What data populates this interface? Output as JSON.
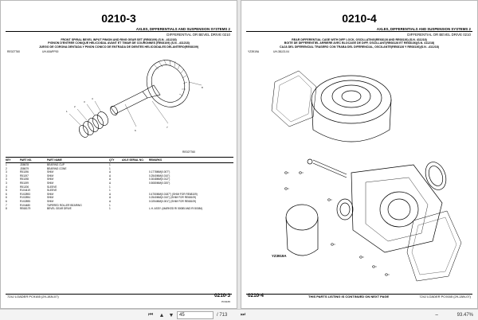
{
  "left_page": {
    "page_number": "0210-3",
    "system_title": "AXLES, DIFFERENTIALS AND SUSPENSION SYSTEMS   2",
    "sub_system": "DIFFERENTIAL OR BEVEL DRIVE 0210",
    "group_title_lines": [
      "FRONT SPIRAL BEVEL INPUT PINION AND RING GEAR SET (RE68109) (S.N. -411218)",
      "PIGNON D'ENTREE CONIQUE HELICOIDAL AVANT ET TIMAR DE COURONNES (RE68109) (S.N. -411218)",
      "JUEGO DE CORONA DENTADA Y PINON CONICO DE ENTRADA DE DIENTES HELICOIDALES DELANTERO(RE68109)"
    ],
    "drawing_ref": "RE027760",
    "drawing_code": "UH-60APP00",
    "figure_label": "RE027760",
    "table_headers": {
      "key": "KEY",
      "part_no": "PART NO.",
      "part_name": "PART NAME",
      "qty": "QTY",
      "serial": "AXLE SERIAL NO.",
      "remarks": "REMARKS"
    },
    "rows": [
      {
        "key": "1",
        "part": "JD8678",
        "name": "BEARING CUP",
        "qty": "1",
        "remarks": ""
      },
      {
        "key": "2",
        "part": "JD8679",
        "name": "BEARING CONE",
        "qty": "1",
        "remarks": ""
      },
      {
        "key": "3",
        "part": "R51196",
        "name": "SHIM",
        "qty": "A",
        "remarks": "0.1778MM(0.007\")"
      },
      {
        "key": "3",
        "part": "R51197",
        "name": "SHIM",
        "qty": "A",
        "remarks": "0.2540MM(0.010\")"
      },
      {
        "key": "3",
        "part": "R51198",
        "name": "SHIM",
        "qty": "A",
        "remarks": "0.3048MM(0.012\")"
      },
      {
        "key": "3",
        "part": "R51199",
        "name": "SHIM",
        "qty": "A",
        "remarks": "0.5080MM(0.020\")"
      },
      {
        "key": "4",
        "part": "R51200",
        "name": "SLEEVE",
        "qty": "1",
        "remarks": ""
      },
      {
        "key": "5",
        "part": "R104419",
        "name": "SLEEVE",
        "qty": "1",
        "remarks": ""
      },
      {
        "key": "6",
        "part": "R102893",
        "name": "SHIM",
        "qty": "A",
        "remarks": "0.4750MM(0.0187\") (SHIM FOR RE68109)"
      },
      {
        "key": "6",
        "part": "R102894",
        "name": "SHIM",
        "qty": "A",
        "remarks": "0.2540MM(0.010\") (SHIM FOR RE68109)"
      },
      {
        "key": "6",
        "part": "R102895",
        "name": "SHIM",
        "qty": "A",
        "remarks": "0.0254MM(0.001\") (SHIM FOR RE68109)"
      },
      {
        "key": "7",
        "part": "R104480",
        "name": "TAPERED ROLLER BEARING",
        "qty": "1",
        "remarks": ""
      },
      {
        "key": "8",
        "part": "RE68179",
        "name": "BEVEL GEAR DRIVE",
        "qty": "1",
        "remarks": "L.H. ASSY. (MARKED RI 50085 AND RI 50084)"
      }
    ],
    "footer_left": "724J LOADER   PC9165   (29-JAN-07)",
    "footer_right": "0210-3",
    "footer_small": "PC9165"
  },
  "right_page": {
    "page_number": "0210-4",
    "system_title": "AXLES, DIFFERENTIALS AND SUSPENSION SYSTEMS   2",
    "sub_system": "DIFFERENTIAL OR BEVEL DRIVE 0210",
    "group_title_lines": [
      "REAR DIFFERENTIAL CASE WITH DIFF LOCK, OSCILLATING(RE68128 AND RE68136) (S.N. 411218)",
      "BOITE DE DIFFERENTIEL ARRIERE AVEC BLOCAGE DE DIFF, OSCILLANT(RE68128 ET RE68136)(S.N. 411218)",
      "CAJA DEL DIFERENCIAL TRASERO CON TRABA DEL DIFERENCIAL, OSCILANTE(RE68128 Y RE68136)(S.N. -411218)"
    ],
    "drawing_ref": "YZ3919A",
    "drawing_code": "UH-38JJ3-04",
    "figure_label": "YZ3919A",
    "footer_left": "0210-4",
    "footer_mid": "THIS PARTS LISTING IS CONTINUED ON NEXT PAGE",
    "footer_right": "724J LOADER   PC9165   (29-JAN-07)"
  },
  "toolbar": {
    "current_page": "45",
    "page_count": "/ 713",
    "zoom": "93.47%"
  },
  "colors": {
    "page": "#ffffff",
    "background": "#e6e6e6",
    "ink": "#000000"
  }
}
